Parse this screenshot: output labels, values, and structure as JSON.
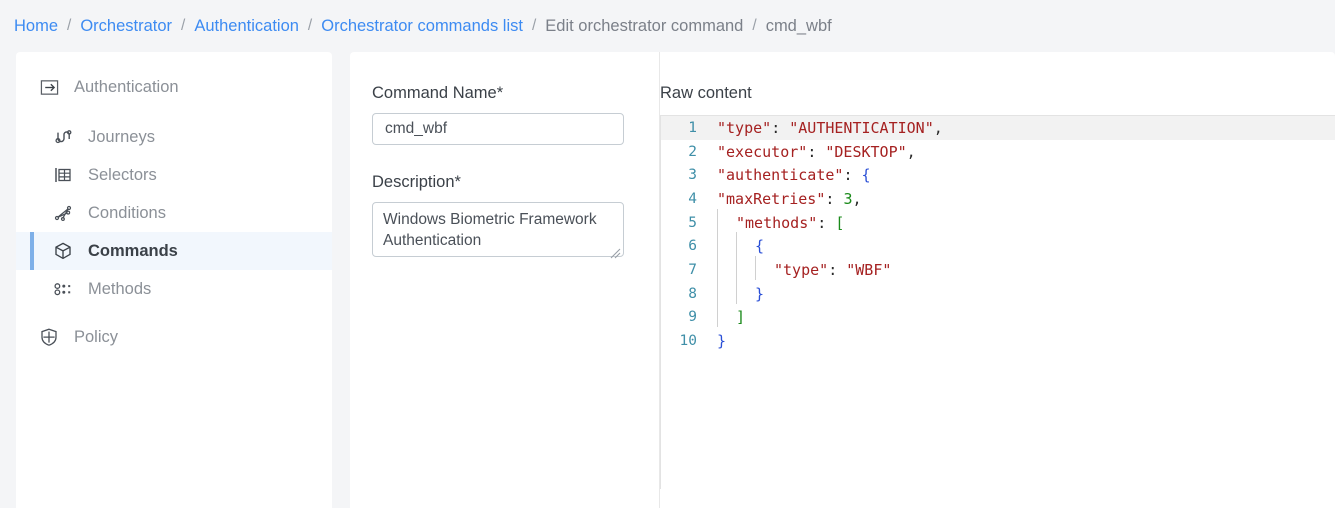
{
  "breadcrumb": {
    "separator": "/",
    "items": [
      {
        "label": "Home",
        "type": "link"
      },
      {
        "label": "Orchestrator",
        "type": "link"
      },
      {
        "label": "Authentication",
        "type": "link"
      },
      {
        "label": "Orchestrator commands list",
        "type": "link"
      },
      {
        "label": "Edit orchestrator command",
        "type": "plain"
      },
      {
        "label": "cmd_wbf",
        "type": "plain"
      }
    ]
  },
  "sidebar": {
    "header": {
      "label": "Authentication",
      "icon": "login-arrow-icon"
    },
    "items": [
      {
        "label": "Journeys",
        "icon": "journeys-icon",
        "active": false
      },
      {
        "label": "Selectors",
        "icon": "selectors-icon",
        "active": false
      },
      {
        "label": "Conditions",
        "icon": "conditions-icon",
        "active": false
      },
      {
        "label": "Commands",
        "icon": "commands-cube-icon",
        "active": true
      },
      {
        "label": "Methods",
        "icon": "methods-dots-icon",
        "active": false
      }
    ],
    "policy": {
      "label": "Policy",
      "icon": "shield-icon"
    },
    "active_accent_color": "#7fb0e8",
    "active_background_color": "#f2f7fd"
  },
  "form": {
    "command_name": {
      "label": "Command Name*",
      "value": "cmd_wbf",
      "placeholder": ""
    },
    "description": {
      "label": "Description*",
      "value": "Windows Biometric Framework Authentication",
      "placeholder": ""
    }
  },
  "editor": {
    "label": "Raw content",
    "active_line": 1,
    "line_numbers": [
      1,
      2,
      3,
      4,
      5,
      6,
      7,
      8,
      9,
      10
    ],
    "raw_text": "\"type\": \"AUTHENTICATION\",\n\"executor\": \"DESKTOP\",\n\"authenticate\": {\n\"maxRetries\": 3,\n  \"methods\": [\n    {\n      \"type\": \"WBF\"\n    }\n  ]\n}",
    "colors": {
      "string": "#a52121",
      "number": "#1a8a1a",
      "brace": "#2a4fd6",
      "bracket": "#1a8a1a",
      "line_number": "#3f8fa8",
      "active_line_bg": "#f2f2f2"
    },
    "lines": [
      {
        "n": 1,
        "indent": 0,
        "tokens": [
          {
            "t": "\"type\"",
            "c": "key"
          },
          {
            "t": ": ",
            "c": "punc"
          },
          {
            "t": "\"AUTHENTICATION\"",
            "c": "str"
          },
          {
            "t": ",",
            "c": "punc"
          }
        ]
      },
      {
        "n": 2,
        "indent": 0,
        "tokens": [
          {
            "t": "\"executor\"",
            "c": "key"
          },
          {
            "t": ": ",
            "c": "punc"
          },
          {
            "t": "\"DESKTOP\"",
            "c": "str"
          },
          {
            "t": ",",
            "c": "punc"
          }
        ]
      },
      {
        "n": 3,
        "indent": 0,
        "tokens": [
          {
            "t": "\"authenticate\"",
            "c": "key"
          },
          {
            "t": ": ",
            "c": "punc"
          },
          {
            "t": "{",
            "c": "brace"
          }
        ]
      },
      {
        "n": 4,
        "indent": 0,
        "tokens": [
          {
            "t": "\"maxRetries\"",
            "c": "key"
          },
          {
            "t": ": ",
            "c": "punc"
          },
          {
            "t": "3",
            "c": "num"
          },
          {
            "t": ",",
            "c": "punc"
          }
        ]
      },
      {
        "n": 5,
        "indent": 1,
        "tokens": [
          {
            "t": "\"methods\"",
            "c": "key"
          },
          {
            "t": ": ",
            "c": "punc"
          },
          {
            "t": "[",
            "c": "brack"
          }
        ]
      },
      {
        "n": 6,
        "indent": 2,
        "tokens": [
          {
            "t": "{",
            "c": "brace"
          }
        ]
      },
      {
        "n": 7,
        "indent": 3,
        "tokens": [
          {
            "t": "\"type\"",
            "c": "key"
          },
          {
            "t": ": ",
            "c": "punc"
          },
          {
            "t": "\"WBF\"",
            "c": "str"
          }
        ]
      },
      {
        "n": 8,
        "indent": 2,
        "tokens": [
          {
            "t": "}",
            "c": "brace"
          }
        ]
      },
      {
        "n": 9,
        "indent": 1,
        "tokens": [
          {
            "t": "]",
            "c": "brack"
          }
        ]
      },
      {
        "n": 10,
        "indent": 0,
        "tokens": [
          {
            "t": "}",
            "c": "brace"
          }
        ]
      }
    ]
  }
}
